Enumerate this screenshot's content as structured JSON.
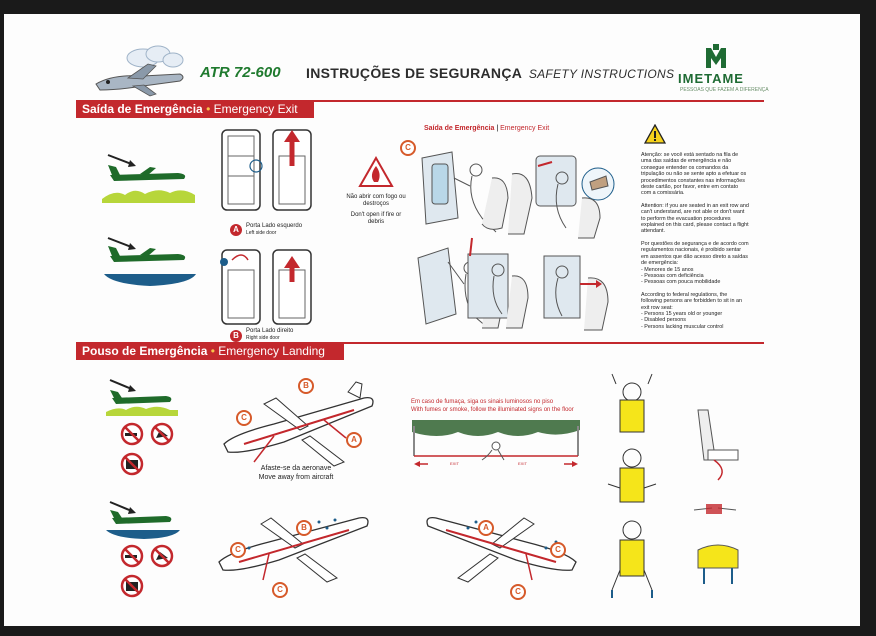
{
  "header": {
    "aircraft_model": "ATR 72-600",
    "title_pt": "INSTRUÇÕES DE SEGURANÇA",
    "title_en": "SAFETY INSTRUCTIONS",
    "logo_name": "IMETAME",
    "logo_tagline": "PESSOAS QUE FAZEM A DIFERENÇA"
  },
  "emergency_exit": {
    "bar_pt": "Saída de Emergência",
    "bar_sep": " • ",
    "bar_en": "Emergency Exit",
    "sub_title_pt": "Saída de Emergência",
    "sub_title_sep": " | ",
    "sub_title_en": "Emergency Exit",
    "door_a_pt": "Porta Lado esquerdo",
    "door_a_en": "Left side door",
    "door_b_pt": "Porta Lado direito",
    "door_b_en": "Right side door",
    "fire_note_pt": "Não abrir com fogo ou destroços",
    "fire_note_en": "Don't open if fire or debris",
    "badge_a": "A",
    "badge_b": "B",
    "badge_c": "C",
    "warning_pt": "Atenção: se você está sentado na fila de uma das saídas de emergência e não consegue entender os comandos da tripulação ou não se sente apto a efetuar os procedimentos constantes nas informações deste cartão, por favor, entre em contato com a comissária.",
    "warning_en": "Attention: if you are seated in an exit row and can't understand, are not able or don't want to perform the evacuation procedures explained on this card, please contact a flight attendant.",
    "rules_pt": "Por questões de segurança e de acordo com regulamentos nacionais, é proibido sentar em assentos que dão acesso direto a saídas de emergência:",
    "rules_pt_items": [
      "- Menores de 15 anos",
      "- Pessoas com deficiência",
      "- Pessoas com pouca mobilidade"
    ],
    "rules_en": "According to federal regulations, the following persons are forbidden to sit in an exit row seat:",
    "rules_en_items": [
      "- Persons 15 years old or younger",
      "- Disabled persons",
      "- Persons lacking muscular control"
    ]
  },
  "emergency_landing": {
    "bar_pt": "Pouso de Emergência",
    "bar_sep": " • ",
    "bar_en": "Emergency Landing",
    "move_away_pt": "Afaste-se da aeronave",
    "move_away_en": "Move away from aircraft",
    "smoke_pt": "Em caso de fumaça, siga os sinais luminosos no piso",
    "smoke_en": "With fumes or smoke, follow the illuminated signs on the floor",
    "exit_sign": "EXIT",
    "badge_a": "A",
    "badge_b": "B",
    "badge_c": "C"
  },
  "icons": [
    "airplane-mascot-icon",
    "imetame-logo-icon",
    "warning-triangle-icon",
    "fire-icon",
    "no-smoking-icon",
    "no-heels-icon",
    "no-baggage-icon",
    "life-vest-icon"
  ],
  "colors": {
    "section_red": "#c3282d",
    "plane_green": "#1f6b2a",
    "grass": "#b7d63a",
    "water": "#1d5d8a",
    "accent_orange": "#d65a2a",
    "vest_yellow": "#f5e51a"
  }
}
